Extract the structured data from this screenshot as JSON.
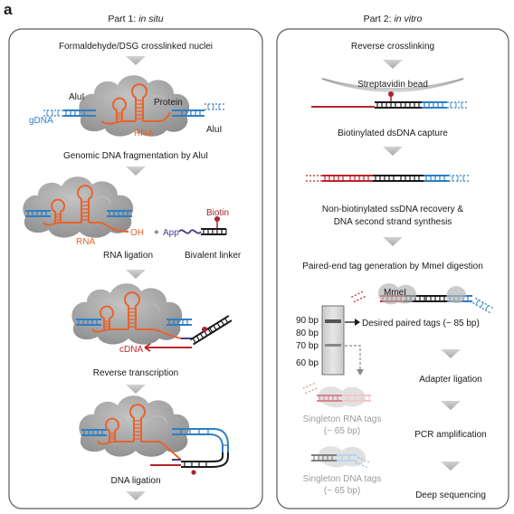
{
  "figure": {
    "panel_letter": "a",
    "part1": {
      "title_prefix": "Part 1: ",
      "title_em": "in situ",
      "steps": {
        "crosslink": "Formaldehyde/DSG crosslinked nuclei",
        "fragmentation": "Genomic DNA fragmentation by AluI",
        "rna_ligation": "RNA ligation",
        "rt": "Reverse transcription",
        "dna_ligation": "DNA ligation"
      },
      "labels": {
        "alui_left": "AluI",
        "alui_right": "AluI",
        "protein": "Protein",
        "gdna": "gDNA",
        "rna1": "RNA",
        "rna2": "RNA",
        "oh": "OH",
        "plus": "+",
        "app": "App",
        "biotin": "Biotin",
        "bivalent_linker": "Bivalent linker",
        "cdna": "cDNA"
      }
    },
    "part2": {
      "title_prefix": "Part 2: ",
      "title_em": "in vitro",
      "steps": {
        "reverse_crosslinking": "Reverse crosslinking",
        "capture": "Biotinylated dsDNA capture",
        "recovery_line1": "Non-biotinylated ssDNA recovery &",
        "recovery_line2": "DNA second strand synthesis",
        "mmei": "Paired-end tag generation by MmeI digestion",
        "adapter": "Adapter ligation",
        "pcr": "PCR amplification",
        "sequencing": "Deep sequencing"
      },
      "labels": {
        "bead": "Streptavidin bead",
        "mmei": "MmeI",
        "ladder": [
          "90 bp",
          "80 bp",
          "70 bp",
          "60 bp"
        ],
        "desired": "Desired paired tags (~ 85 bp)",
        "singleton_rna_1": "Singleton RNA tags",
        "singleton_rna_2": "(~ 65 bp)",
        "singleton_dna_1": "Singleton DNA tags",
        "singleton_dna_2": "(~ 65 bp)"
      }
    },
    "colors": {
      "rna": "#e8632b",
      "dna_blue": "#2f7ec4",
      "dna_black": "#1a1a1a",
      "cdna_red": "#b8262e",
      "biotin": "#a82433",
      "purple": "#4a3c8c",
      "protein_grey": "#a9a9a9",
      "arrow_grey": "#b9b9b9",
      "panel_border": "#5a5a5a"
    }
  }
}
